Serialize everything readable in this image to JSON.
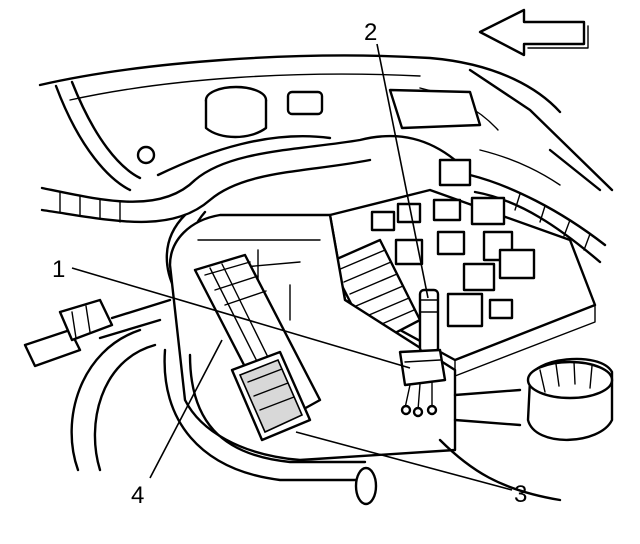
{
  "callouts": {
    "c1": "1",
    "c2": "2",
    "c3": "3",
    "c4": "4"
  },
  "icons": {
    "direction_arrow": "left-arrow-icon"
  },
  "colors": {
    "line": "#000000",
    "background": "#ffffff"
  }
}
